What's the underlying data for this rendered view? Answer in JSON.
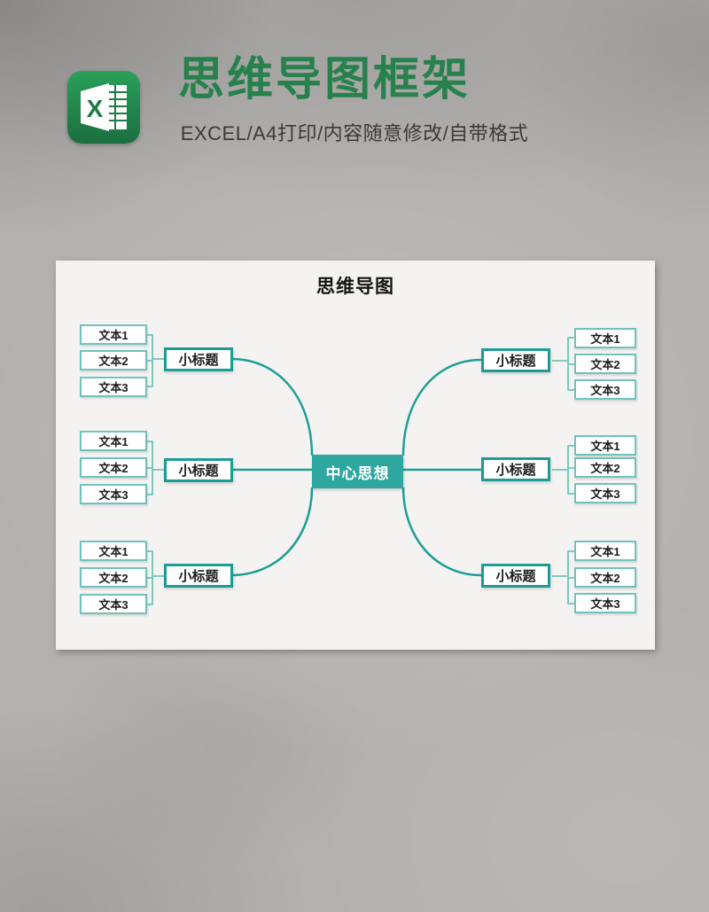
{
  "header": {
    "icon": "excel-icon",
    "title": "思维导图框架",
    "subtitle": "EXCEL/A4打印/内容随意修改/自带格式"
  },
  "mindmap": {
    "title": "思维导图",
    "center_label": "中心思想",
    "branches": [
      {
        "side": "left",
        "position": "top",
        "label": "小标题",
        "children": [
          "文本1",
          "文本2",
          "文本3"
        ]
      },
      {
        "side": "left",
        "position": "middle",
        "label": "小标题",
        "children": [
          "文本1",
          "文本2",
          "文本3"
        ]
      },
      {
        "side": "left",
        "position": "bottom",
        "label": "小标题",
        "children": [
          "文本1",
          "文本2",
          "文本3"
        ]
      },
      {
        "side": "right",
        "position": "top",
        "label": "小标题",
        "children": [
          "文本1",
          "文本2",
          "文本3"
        ]
      },
      {
        "side": "right",
        "position": "middle",
        "label": "小标题",
        "children": [
          "文本1",
          "文本2",
          "文本3"
        ]
      },
      {
        "side": "right",
        "position": "bottom",
        "label": "小标题",
        "children": [
          "文本1",
          "文本2",
          "文本3"
        ]
      }
    ],
    "excel_letter": "X"
  },
  "colors": {
    "header_green": "#27814d",
    "excel_green": "#1f7a45",
    "connector_teal": "#1f9e97",
    "connector_light_teal": "#72c3be",
    "center_fill": "#2fa7a1",
    "card_background": "#f4f3f1",
    "page_background": "#b3b1af"
  }
}
